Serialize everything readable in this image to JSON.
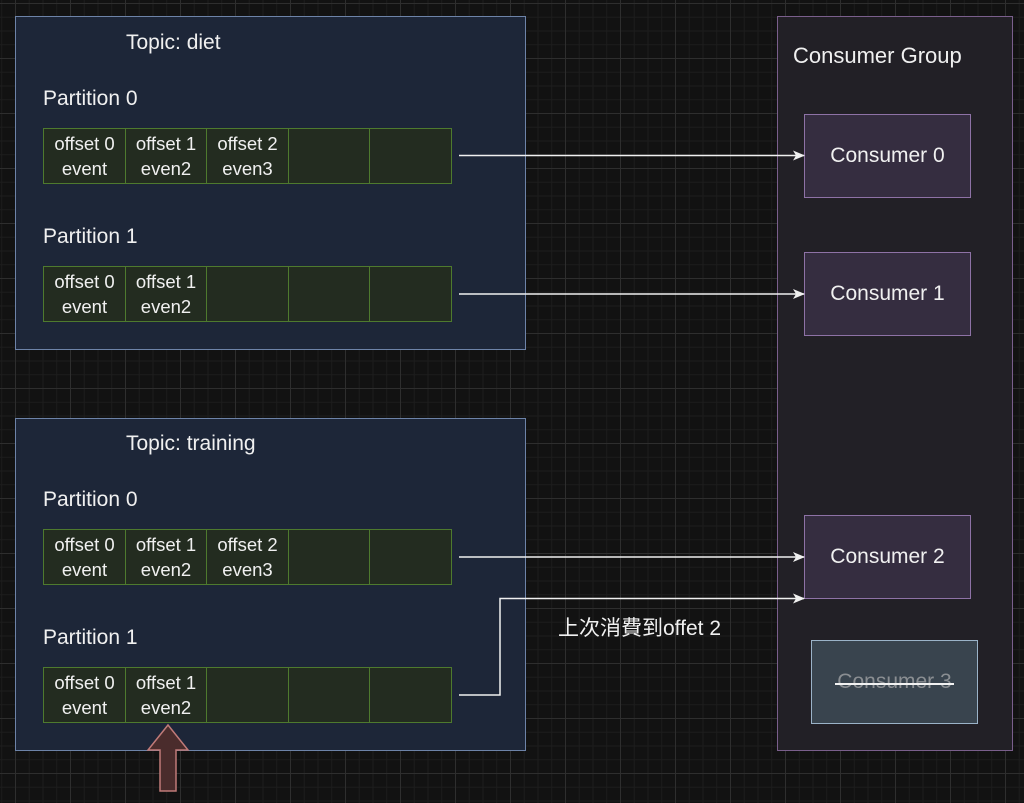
{
  "topics": [
    {
      "title": "Topic: diet",
      "partitions": [
        {
          "label": "Partition 0",
          "cells": [
            {
              "offset": "offset 0",
              "event": "event"
            },
            {
              "offset": "offset 1",
              "event": "even2"
            },
            {
              "offset": "offset 2",
              "event": "even3"
            },
            {
              "offset": "",
              "event": ""
            },
            {
              "offset": "",
              "event": ""
            }
          ],
          "consumer": "Consumer 0"
        },
        {
          "label": "Partition 1",
          "cells": [
            {
              "offset": "offset 0",
              "event": "event"
            },
            {
              "offset": "offset 1",
              "event": "even2"
            },
            {
              "offset": "",
              "event": ""
            },
            {
              "offset": "",
              "event": ""
            },
            {
              "offset": "",
              "event": ""
            }
          ],
          "consumer": "Consumer 1"
        }
      ]
    },
    {
      "title": "Topic: training",
      "partitions": [
        {
          "label": "Partition 0",
          "cells": [
            {
              "offset": "offset 0",
              "event": "event"
            },
            {
              "offset": "offset 1",
              "event": "even2"
            },
            {
              "offset": "offset 2",
              "event": "even3"
            },
            {
              "offset": "",
              "event": ""
            },
            {
              "offset": "",
              "event": ""
            }
          ],
          "consumer": "Consumer 2"
        },
        {
          "label": "Partition 1",
          "cells": [
            {
              "offset": "offset 0",
              "event": "event"
            },
            {
              "offset": "offset 1",
              "event": "even2"
            },
            {
              "offset": "",
              "event": ""
            },
            {
              "offset": "",
              "event": ""
            },
            {
              "offset": "",
              "event": ""
            }
          ],
          "consumer": "Consumer 2"
        }
      ]
    }
  ],
  "consumer_group": {
    "title": "Consumer Group",
    "consumers": [
      {
        "label": "Consumer 0",
        "status": "active"
      },
      {
        "label": "Consumer 1",
        "status": "active"
      },
      {
        "label": "Consumer 2",
        "status": "active"
      },
      {
        "label": "Consumer 3",
        "status": "removed"
      }
    ]
  },
  "annotation": {
    "text": "上次消費到offet 2",
    "pointer": "up-arrow under training Partition 1 offset 1"
  },
  "colors": {
    "background": "#121212",
    "topic_fill": "#1d2638",
    "topic_border": "#6d83a8",
    "cell_fill": "#232c20",
    "cell_border": "#4e7a2e",
    "group_fill": "#222026",
    "group_border": "#7a5f8c",
    "consumer_fill": "#352d40",
    "consumer_border": "#8e72a6",
    "removed_fill": "#39444e",
    "removed_border": "#9bb3c8",
    "arrow_fill": "#4a2c2c",
    "arrow_border": "#c07a78",
    "connector": "#f0f0f0"
  }
}
